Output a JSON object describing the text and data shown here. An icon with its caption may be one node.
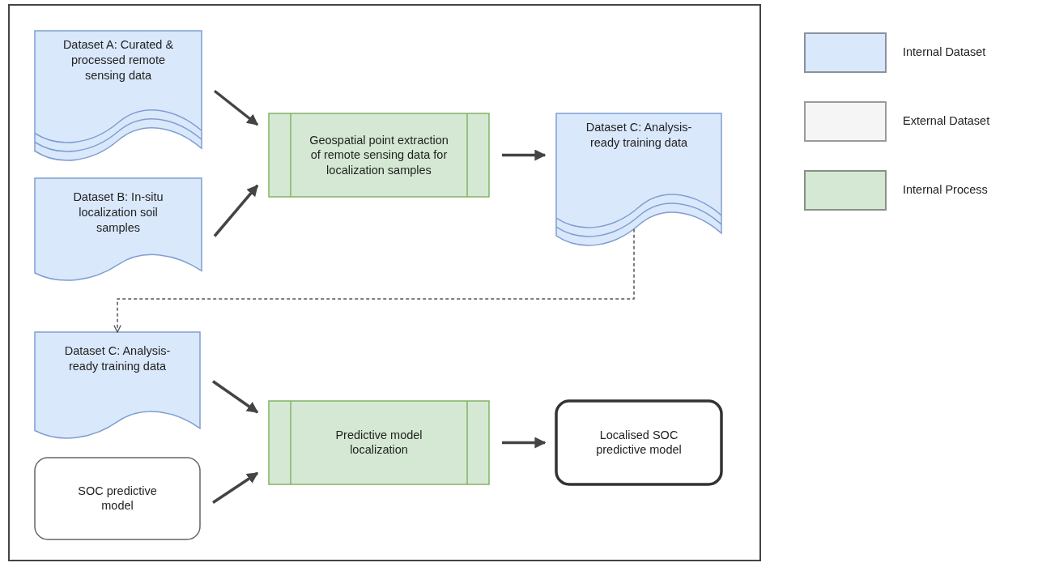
{
  "diagram": {
    "nodes": [
      {
        "text": [
          "Dataset A: Curated & processed remote sensing data"
        ]
      },
      {
        "text": [
          "Dataset B: In-situ localization soil samples"
        ]
      },
      {
        "text": [
          "Geospatial point extraction of remote sensing data for localization samples"
        ]
      },
      {
        "text": [
          "Dataset C: Analysis-ready training data"
        ]
      },
      {
        "text": [
          "Dataset C: Analysis-ready training data"
        ]
      },
      {
        "text": [
          "SOC predictive model"
        ]
      },
      {
        "text": [
          "Predictive model localization"
        ]
      },
      {
        "text": [
          "Localised SOC predictive model"
        ]
      }
    ],
    "edges": [
      {
        "from": 0,
        "to": 2,
        "arrow": "to"
      },
      {
        "from": 1,
        "to": 2,
        "arrow": "to"
      },
      {
        "from": 2,
        "to": 3,
        "arrow": "to"
      },
      {
        "from": 3,
        "to": 4,
        "arrow": "to",
        "style": "dashed"
      },
      {
        "from": 4,
        "to": 6,
        "arrow": "to"
      },
      {
        "from": 5,
        "to": 6,
        "arrow": "to"
      },
      {
        "from": 6,
        "to": 7,
        "arrow": "to"
      }
    ],
    "legend": [
      {
        "text": "Internal Dataset",
        "color": "#dae8fc"
      },
      {
        "text": "External Dataset",
        "color": "#f5f5f5"
      },
      {
        "text": "Internal Process",
        "color": "#d5e8d4"
      }
    ]
  }
}
